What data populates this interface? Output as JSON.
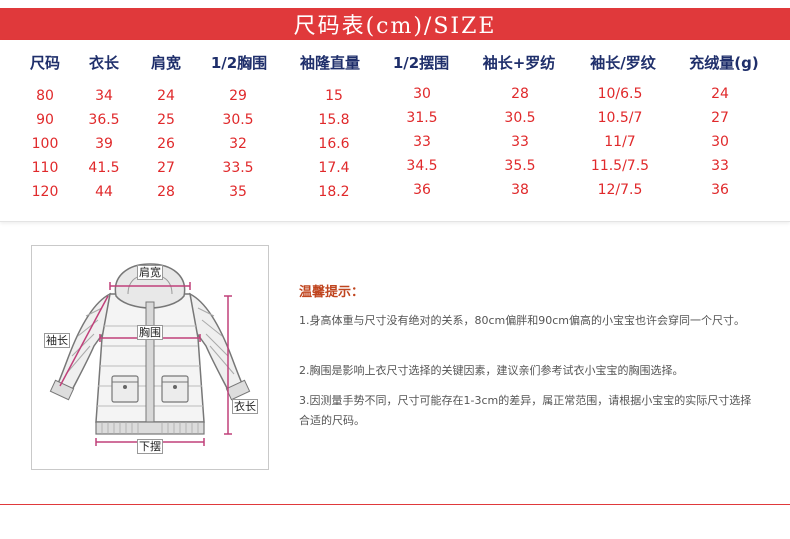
{
  "header": {
    "title": "尺码表(cm)/SIZE"
  },
  "table": {
    "columns": [
      "尺码",
      "衣长",
      "肩宽",
      "1/2胸围",
      "袖隆直量",
      "1/2摆围",
      "袖长+罗纺",
      "袖长/罗纹",
      "充绒量(g)"
    ],
    "rows": [
      [
        "80",
        "34",
        "24",
        "29",
        "15",
        "30",
        "28",
        "10/6.5",
        "24"
      ],
      [
        "90",
        "36.5",
        "25",
        "30.5",
        "15.8",
        "31.5",
        "30.5",
        "10.5/7",
        "27"
      ],
      [
        "100",
        "39",
        "26",
        "32",
        "16.6",
        "33",
        "33",
        "11/7",
        "30"
      ],
      [
        "110",
        "41.5",
        "27",
        "33.5",
        "17.4",
        "34.5",
        "35.5",
        "11.5/7.5",
        "33"
      ],
      [
        "120",
        "44",
        "28",
        "35",
        "18.2",
        "36",
        "38",
        "12/7.5",
        "36"
      ]
    ]
  },
  "diagram": {
    "labels": {
      "shoulder": "肩宽",
      "chest": "胸围",
      "sleeve": "袖长",
      "length": "衣长",
      "hem": "下摆"
    }
  },
  "tips": {
    "title": "温馨提示：",
    "items": [
      "1.身高体重与尺寸没有绝对的关系，80cm偏胖和90cm偏高的小宝宝也许会穿同一个尺寸。",
      "2.胸围是影响上衣尺寸选择的关键因素，建议亲们参考试衣小宝宝的胸围选择。",
      "3.因测量手势不同，尺寸可能存在1-3cm的差异，属正常范围，请根据小宝宝的实际尺寸选择合适的尺码。"
    ]
  },
  "colors": {
    "accent_red": "#e0393b",
    "header_blue": "#1f2f6b",
    "value_red": "#e0292b",
    "measure_pink": "#c0407a"
  }
}
